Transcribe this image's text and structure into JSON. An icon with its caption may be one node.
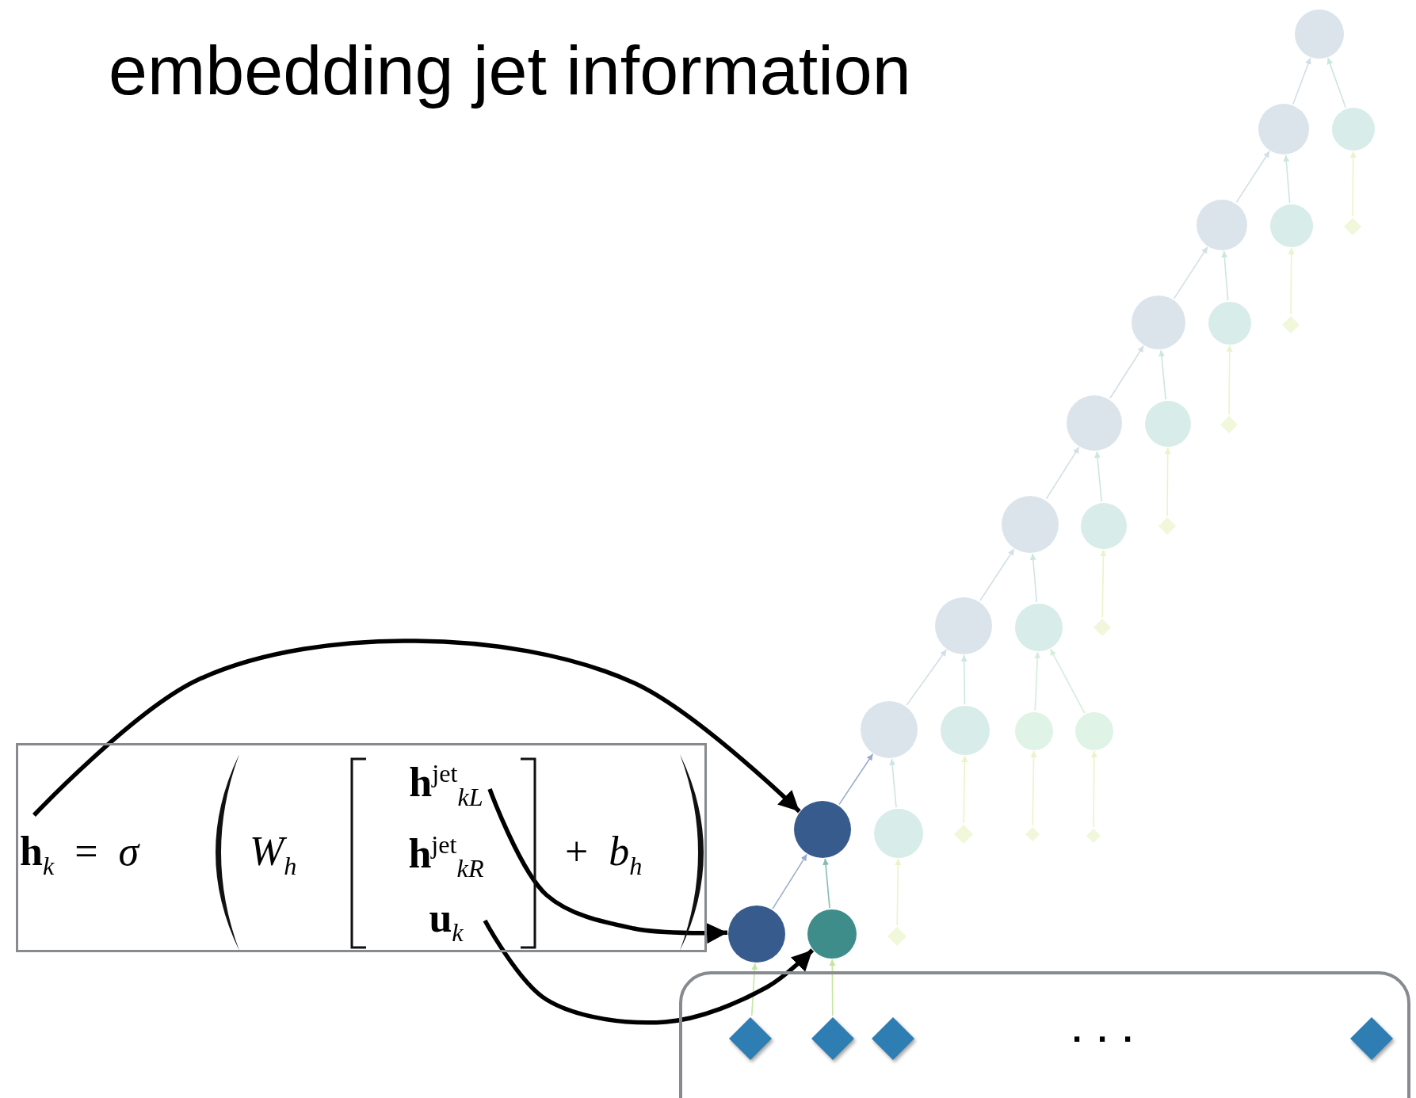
{
  "diagram": {
    "title": "embedding jet information",
    "nodes": [
      {
        "text": [
          "**h**$_{k}$ = *σ*",
          "*W*$_{h}$",
          "**h**$^{jet}$$_{kL}$",
          "**h**$^{jet}$$_{kR}$",
          "**u**$_{k}$",
          "+ *b*$_{h}$"
        ]
      },
      {
        "text": [],
        "shape": "circle"
      },
      {
        "text": [],
        "shape": "circle"
      },
      {
        "text": [],
        "shape": "circle"
      },
      {
        "text": [],
        "shape": "circle"
      },
      {
        "text": [],
        "shape": "circle"
      },
      {
        "text": [],
        "shape": "diamond"
      },
      {
        "text": [],
        "shape": "circle"
      },
      {
        "text": [],
        "shape": "circle"
      },
      {
        "text": [],
        "shape": "diamond"
      },
      {
        "text": [],
        "shape": "circle"
      },
      {
        "text": [],
        "shape": "circle"
      },
      {
        "text": [],
        "shape": "diamond"
      },
      {
        "text": [],
        "shape": "circle"
      },
      {
        "text": [],
        "shape": "circle"
      },
      {
        "text": [],
        "shape": "diamond"
      },
      {
        "text": [],
        "shape": "circle"
      },
      {
        "text": [],
        "shape": "circle"
      },
      {
        "text": [],
        "shape": "diamond"
      },
      {
        "text": [],
        "shape": "circle"
      },
      {
        "text": [],
        "shape": "circle"
      },
      {
        "text": [],
        "shape": "circle"
      },
      {
        "text": [],
        "shape": "circle"
      },
      {
        "text": [],
        "shape": "circle"
      },
      {
        "text": [],
        "shape": "circle"
      },
      {
        "text": [],
        "shape": "diamond"
      },
      {
        "text": [],
        "shape": "diamond"
      },
      {
        "text": [],
        "shape": "diamond"
      },
      {
        "text": [],
        "shape": "circle"
      },
      {
        "text": [],
        "shape": "circle"
      },
      {
        "text": [],
        "shape": "diamond"
      },
      {
        "text": [
          "..."
        ]
      },
      {
        "text": [],
        "shape": "diamond",
        "in": 31
      },
      {
        "text": [],
        "shape": "diamond",
        "in": 31
      },
      {
        "text": [],
        "shape": "diamond",
        "in": 31
      },
      {
        "text": [],
        "shape": "diamond",
        "in": 31
      }
    ],
    "edges": [
      {
        "from": 2,
        "to": 1,
        "arrow": "to"
      },
      {
        "from": 3,
        "to": 1,
        "arrow": "to"
      },
      {
        "from": 4,
        "to": 2,
        "arrow": "to"
      },
      {
        "from": 5,
        "to": 2,
        "arrow": "to"
      },
      {
        "from": 6,
        "to": 3,
        "arrow": "to"
      },
      {
        "from": 7,
        "to": 4,
        "arrow": "to"
      },
      {
        "from": 8,
        "to": 4,
        "arrow": "to"
      },
      {
        "from": 9,
        "to": 5,
        "arrow": "to"
      },
      {
        "from": 10,
        "to": 7,
        "arrow": "to"
      },
      {
        "from": 11,
        "to": 7,
        "arrow": "to"
      },
      {
        "from": 12,
        "to": 8,
        "arrow": "to"
      },
      {
        "from": 13,
        "to": 10,
        "arrow": "to"
      },
      {
        "from": 14,
        "to": 10,
        "arrow": "to"
      },
      {
        "from": 15,
        "to": 11,
        "arrow": "to"
      },
      {
        "from": 16,
        "to": 13,
        "arrow": "to"
      },
      {
        "from": 17,
        "to": 13,
        "arrow": "to"
      },
      {
        "from": 18,
        "to": 14,
        "arrow": "to"
      },
      {
        "from": 19,
        "to": 16,
        "arrow": "to"
      },
      {
        "from": 20,
        "to": 16,
        "arrow": "to"
      },
      {
        "from": 21,
        "to": 17,
        "arrow": "to"
      },
      {
        "from": 22,
        "to": 17,
        "arrow": "to"
      },
      {
        "from": 23,
        "to": 19,
        "arrow": "to"
      },
      {
        "from": 24,
        "to": 19,
        "arrow": "to"
      },
      {
        "from": 25,
        "to": 20,
        "arrow": "to"
      },
      {
        "from": 26,
        "to": 21,
        "arrow": "to"
      },
      {
        "from": 27,
        "to": 22,
        "arrow": "to"
      },
      {
        "from": 28,
        "to": 23,
        "arrow": "to",
        "color": "#9aaccb"
      },
      {
        "from": 29,
        "to": 23,
        "arrow": "to",
        "color": "#86bcb5"
      },
      {
        "from": 30,
        "to": 24,
        "arrow": "to"
      },
      {
        "from": 32,
        "to": 28,
        "arrow": "to"
      },
      {
        "from": 33,
        "to": 29,
        "arrow": "to"
      },
      {
        "from": 0,
        "to": 23,
        "arrow": "to",
        "style": "thick",
        "color": "#000000"
      },
      {
        "from": 0,
        "to": 28,
        "arrow": "to",
        "style": "thick",
        "color": "#000000"
      },
      {
        "from": 0,
        "to": 29,
        "arrow": "to",
        "style": "thick",
        "color": "#000000"
      }
    ]
  }
}
